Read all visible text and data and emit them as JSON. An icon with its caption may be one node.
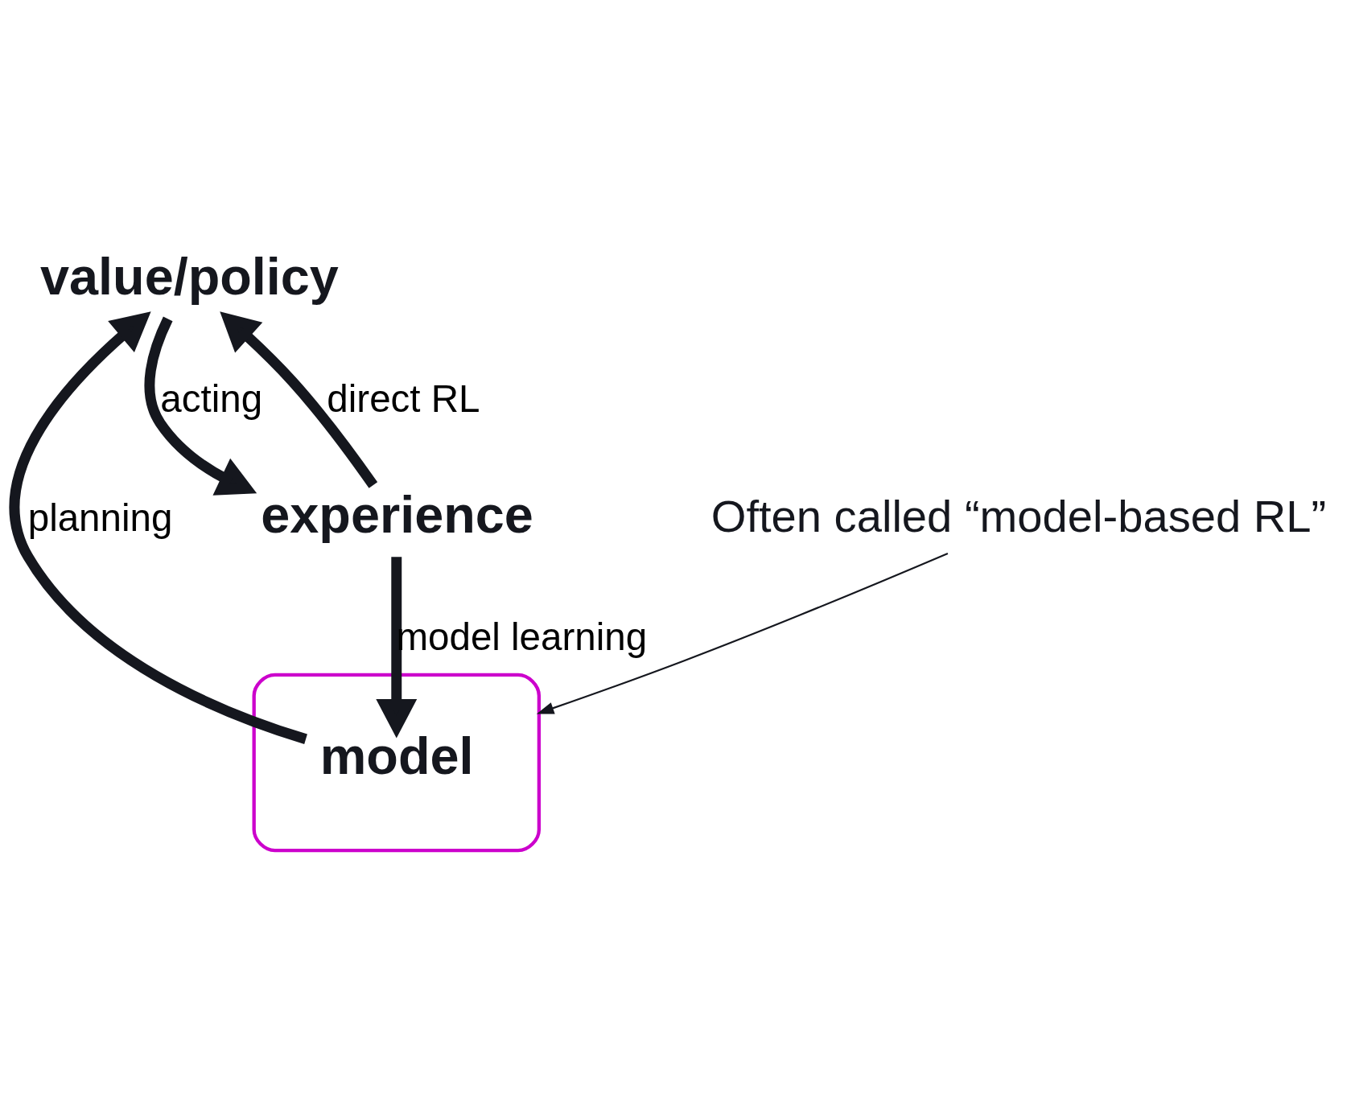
{
  "diagram": {
    "nodes": [
      {
        "text": [
          "value/policy"
        ]
      },
      {
        "text": [],
        "shape": "box"
      },
      {
        "text": [
          "model"
        ],
        "in": 1
      },
      {
        "text": [
          "experience"
        ]
      },
      {
        "text": [
          "Often called “model-based RL”"
        ]
      }
    ],
    "edges": [
      {
        "from": 0,
        "to": 3,
        "arrow": "to",
        "label": "acting"
      },
      {
        "from": 3,
        "to": 0,
        "arrow": "to",
        "label": "direct RL"
      },
      {
        "from": 3,
        "to": 2,
        "arrow": "to",
        "label": "model learning"
      },
      {
        "from": 2,
        "to": 0,
        "arrow": "to",
        "label": "planning"
      },
      {
        "from": 4,
        "to": 1,
        "arrow": "to"
      }
    ]
  }
}
